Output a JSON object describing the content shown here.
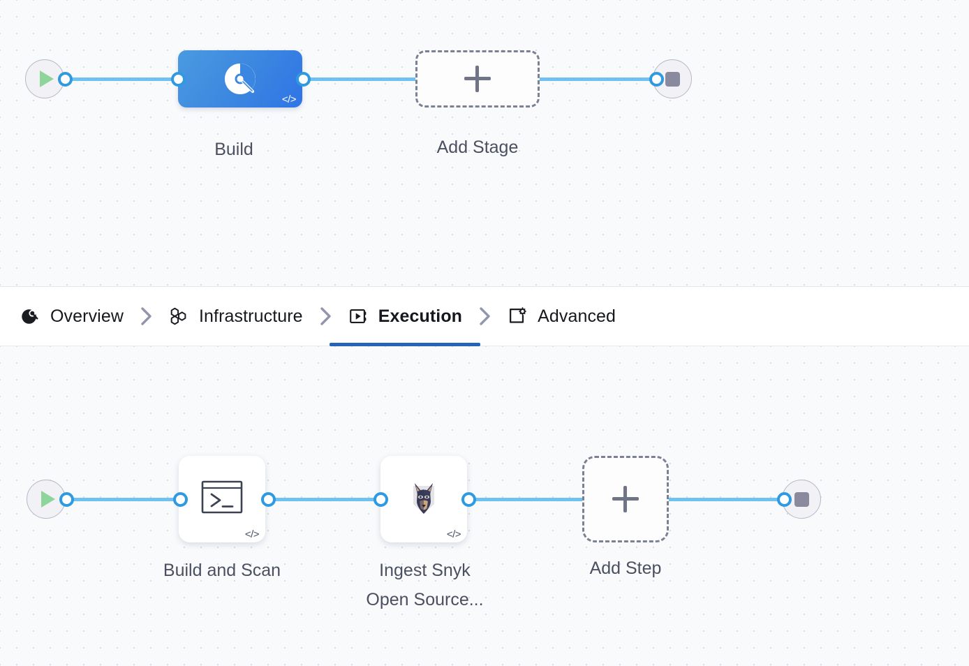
{
  "theme": {
    "canvas_bg": "#f9fafc",
    "grid_dot": "#d7dbe3",
    "connector": "#6ec1f0",
    "connector_dot_ring": "#2f9ae0",
    "stage_gradient_from": "#4a9ae0",
    "stage_gradient_to": "#2f74e6",
    "active_tab_underline": "#2463b5",
    "tab_text": "#16181d",
    "node_label_text": "#4b5060",
    "play_green": "#8ed59b",
    "stop_gray": "#8a8a9e",
    "dashed_border": "#7b8095"
  },
  "stage_flow": {
    "start_node": {
      "icon": "play-icon",
      "label": ""
    },
    "end_node": {
      "icon": "stop-icon",
      "label": ""
    },
    "nodes": [
      {
        "id": "build-stage",
        "label": "Build",
        "icon": "ci-build-icon",
        "badge": "</>",
        "selected": true
      },
      {
        "id": "add-stage",
        "label": "Add Stage",
        "icon": "plus-icon",
        "badge": "",
        "selected": false
      }
    ]
  },
  "tabs": {
    "items": [
      {
        "label": "Overview",
        "icon": "overview-icon",
        "active": false
      },
      {
        "label": "Infrastructure",
        "icon": "infrastructure-icon",
        "active": false
      },
      {
        "label": "Execution",
        "icon": "execution-icon",
        "active": true
      },
      {
        "label": "Advanced",
        "icon": "advanced-icon",
        "active": false
      }
    ],
    "separator": "chevron-right-icon"
  },
  "step_flow": {
    "start_node": {
      "icon": "play-icon",
      "label": ""
    },
    "end_node": {
      "icon": "stop-icon",
      "label": ""
    },
    "nodes": [
      {
        "id": "build-and-scan",
        "label": "Build and Scan",
        "icon": "terminal-icon",
        "badge": "</>"
      },
      {
        "id": "ingest-snyk",
        "label": "Ingest Snyk\nOpen Source...",
        "icon": "snyk-doberman-icon",
        "badge": "</>"
      },
      {
        "id": "add-step",
        "label": "Add Step",
        "icon": "plus-icon",
        "badge": ""
      }
    ]
  }
}
